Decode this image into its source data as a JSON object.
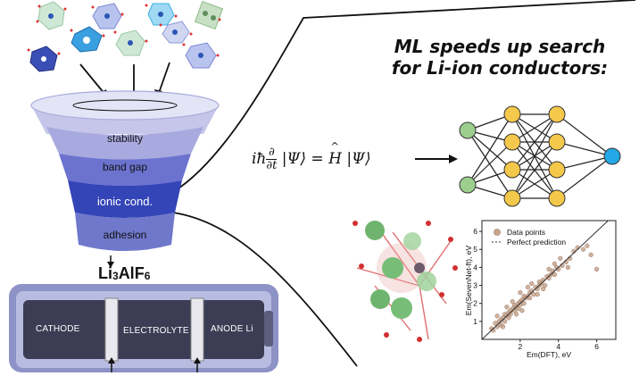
{
  "headline": {
    "line1": "ML speeds up search",
    "line2": "for Li-ion conductors:"
  },
  "funnel": {
    "levels": [
      "stability",
      "band gap",
      "ionic cond.",
      "adhesion"
    ]
  },
  "result_formula": {
    "prefix": "Li",
    "sub1": "3",
    "middle": "AlF",
    "sub2": "6"
  },
  "equation": {
    "prefix": "iħ",
    "num": "∂",
    "den": "∂t",
    "left_ket": "|Ψ⟩ = ",
    "hamiltonian": "H",
    "right_ket": "|Ψ⟩"
  },
  "battery": {
    "cathode": "CATHODE",
    "electrolyte": "ELECTROLYTE",
    "anode": "ANODE Li"
  },
  "chart_data": {
    "type": "scatter",
    "xlabel": "Em(DFT), eV",
    "ylabel": "Em(SevenNet-ft), eV",
    "xlim": [
      0,
      7
    ],
    "ylim": [
      0,
      6.6
    ],
    "xticks": [
      2,
      4,
      6
    ],
    "yticks": [
      1,
      2,
      3,
      4,
      5,
      6
    ],
    "legend": [
      "Data points",
      "Perfect prediction"
    ],
    "legend_position": "top-left",
    "series": [
      {
        "name": "Data points",
        "x": [
          0.5,
          0.6,
          0.7,
          0.8,
          0.9,
          1.0,
          1.0,
          1.1,
          1.2,
          1.2,
          1.3,
          1.4,
          1.4,
          1.5,
          1.5,
          1.6,
          1.7,
          1.7,
          1.8,
          1.9,
          1.9,
          2.0,
          2.0,
          2.1,
          2.2,
          2.2,
          2.3,
          2.4,
          2.5,
          2.5,
          2.6,
          2.7,
          2.8,
          2.9,
          3.0,
          3.0,
          3.1,
          3.2,
          3.3,
          3.4,
          3.5,
          3.6,
          3.7,
          3.8,
          3.9,
          4.0,
          4.2,
          4.4,
          4.6,
          4.8,
          5.0,
          5.3,
          5.7,
          6.0,
          1.3,
          1.8,
          2.4,
          2.9,
          3.5,
          4.1,
          0.8,
          1.1,
          1.6,
          2.1,
          2.6,
          3.2,
          3.8,
          4.5,
          5.5,
          2.0
        ],
        "y": [
          0.6,
          0.5,
          0.9,
          0.7,
          1.0,
          1.1,
          0.8,
          1.2,
          1.0,
          1.4,
          1.3,
          1.5,
          1.2,
          1.6,
          1.4,
          1.7,
          1.6,
          1.9,
          1.8,
          2.0,
          1.7,
          2.1,
          1.9,
          2.2,
          2.0,
          2.4,
          2.3,
          2.4,
          2.6,
          2.3,
          2.7,
          2.5,
          2.9,
          2.8,
          3.0,
          3.2,
          3.1,
          3.3,
          3.0,
          3.5,
          3.4,
          3.6,
          3.8,
          3.6,
          4.0,
          3.9,
          4.1,
          4.3,
          4.5,
          4.9,
          5.1,
          5.0,
          4.7,
          3.9,
          1.8,
          1.4,
          2.9,
          2.5,
          3.9,
          4.5,
          1.3,
          0.7,
          2.1,
          1.6,
          3.1,
          2.8,
          4.2,
          4.0,
          5.2,
          2.6
        ]
      },
      {
        "name": "Perfect prediction",
        "x": [
          0,
          6.6
        ],
        "y": [
          0,
          6.6
        ]
      }
    ],
    "point_color": "#c9a58c",
    "line_color": "#333333"
  },
  "colors": {
    "funnel_top": "#c5c6ea",
    "funnel_rim": "#e3e4f6",
    "stability": "#a8aadf",
    "band_gap": "#6c73cf",
    "ionic": "#3445b8",
    "adhesion": "#6f78cb",
    "nn_green": "#9ccf8e",
    "nn_yellow": "#f4c84a",
    "nn_blue": "#24a7e6",
    "battery_frame": "#8d93c6",
    "battery_body": "#3c3d55"
  },
  "icons": {
    "top": "crystal-structure-icons",
    "network": "neural-network-icon",
    "molecule": "crystal-model-icon"
  }
}
